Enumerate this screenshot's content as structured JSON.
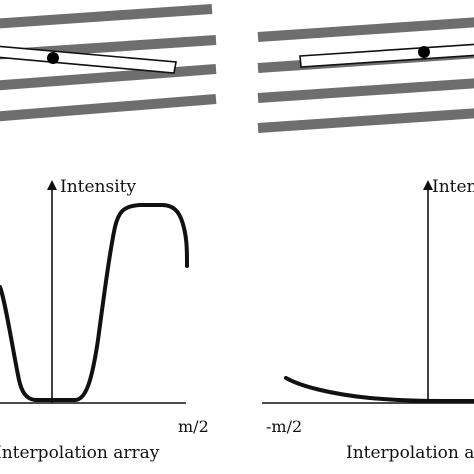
{
  "left_panel": {
    "y_axis_label": "Intensity",
    "x_tick_right": "m/2",
    "x_axis_label": "Interpolation array"
  },
  "right_panel": {
    "y_axis_label": "Intensity",
    "x_tick_left": "-m/2",
    "x_axis_label": "Interpolation array"
  },
  "colors": {
    "stripe": "#6e6e6e",
    "ink": "#111111",
    "background": "#ffffff"
  }
}
